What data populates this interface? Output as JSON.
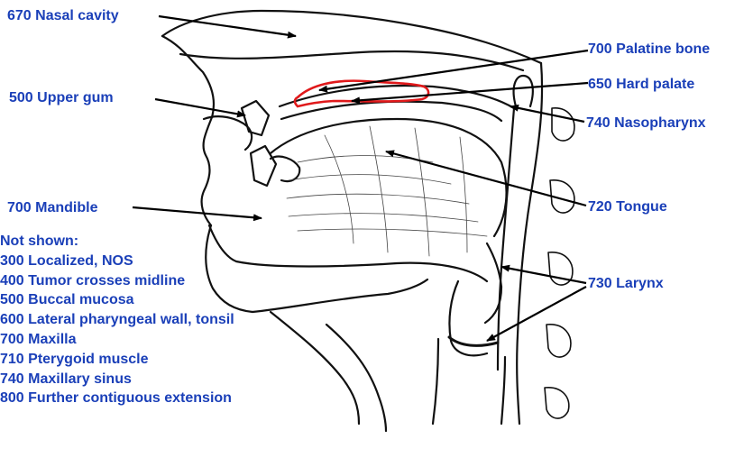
{
  "labels": {
    "nasal_cavity": "670 Nasal cavity",
    "palatine_bone": "700 Palatine bone",
    "hard_palate": "650 Hard palate",
    "upper_gum": "500 Upper gum",
    "nasopharynx": "740 Nasopharynx",
    "mandible": "700 Mandible",
    "tongue": "720 Tongue",
    "larynx": "730 Larynx"
  },
  "not_shown": {
    "heading": "Not shown:",
    "items": [
      "300 Localized, NOS",
      "400 Tumor crosses midline",
      "500 Buccal mucosa",
      "600 Lateral pharyngeal wall, tonsil",
      "700 Maxilla",
      "710 Pterygoid muscle",
      "740 Maxillary sinus",
      "800 Further contiguous extension"
    ]
  },
  "colors": {
    "label_text": "#1a3fb8",
    "pointer_arrows": "#000000",
    "hard_palate_outline": "#e0191b",
    "illustration_ink": "#111111"
  }
}
